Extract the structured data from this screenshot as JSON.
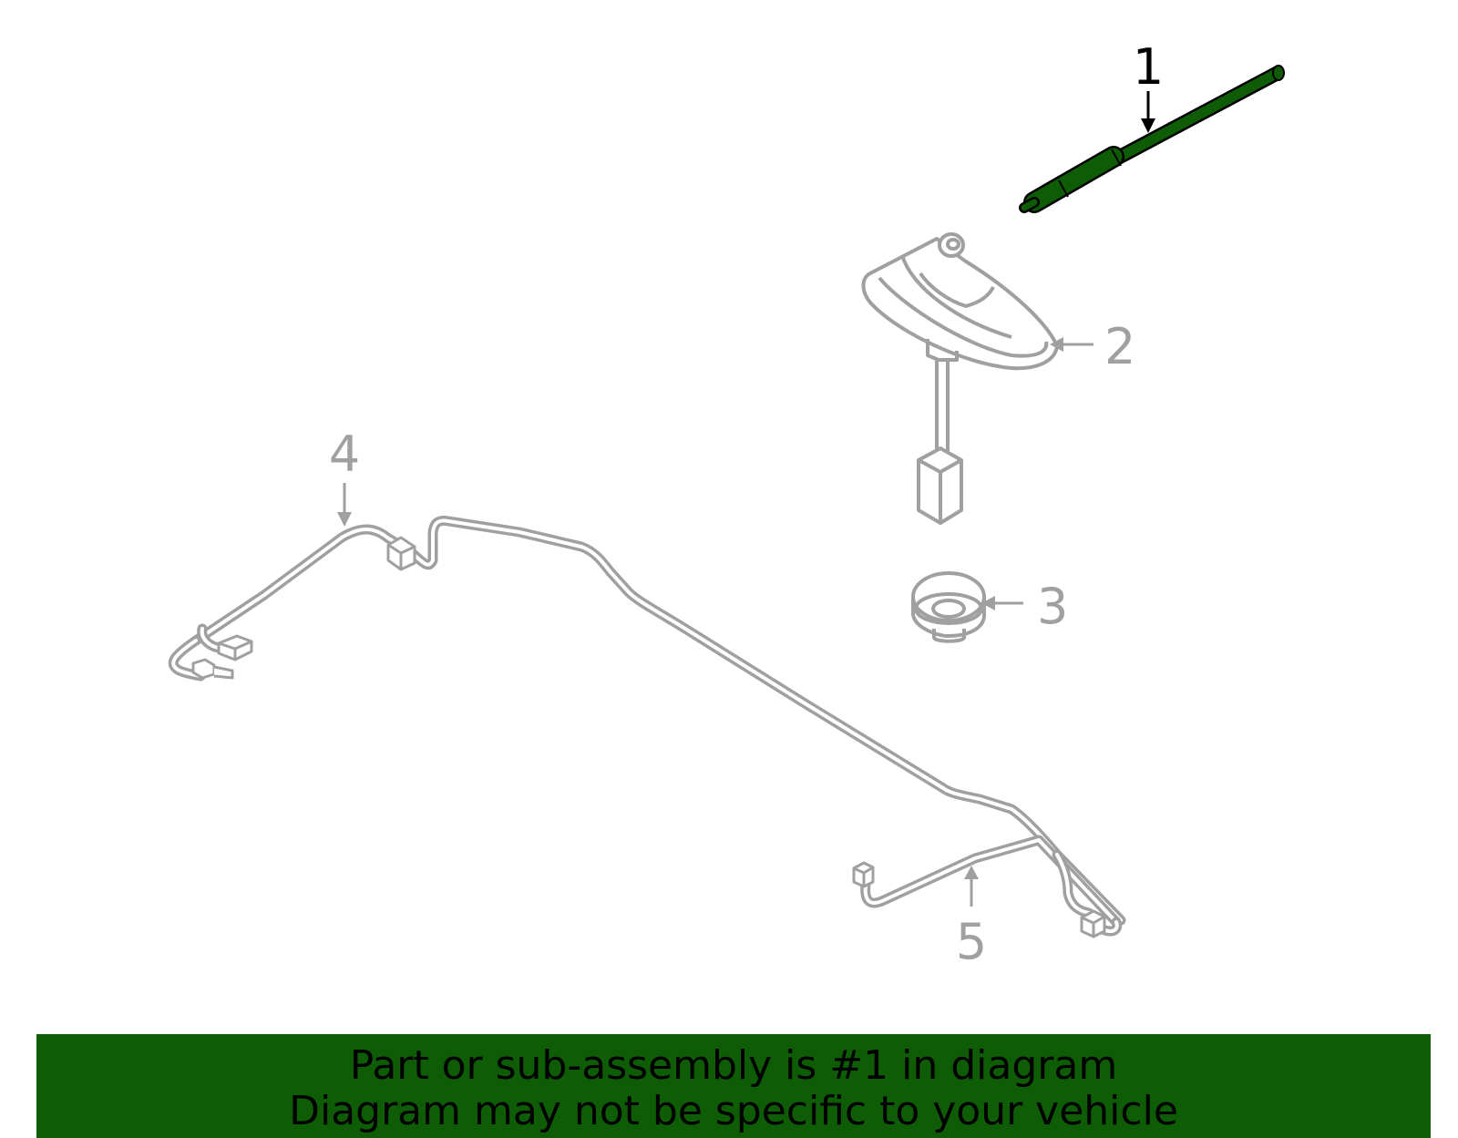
{
  "callouts": {
    "c1": "1",
    "c2": "2",
    "c3": "3",
    "c4": "4",
    "c5": "5"
  },
  "banner": {
    "line1": "Part or sub-assembly is #1 in diagram",
    "line2": "Diagram may not be specific to your vehicle"
  },
  "colors": {
    "highlight": "#0f5c06",
    "part_outline": "#a0a0a0",
    "highlight_outline": "#000000",
    "banner_background": "#0f5c06"
  }
}
